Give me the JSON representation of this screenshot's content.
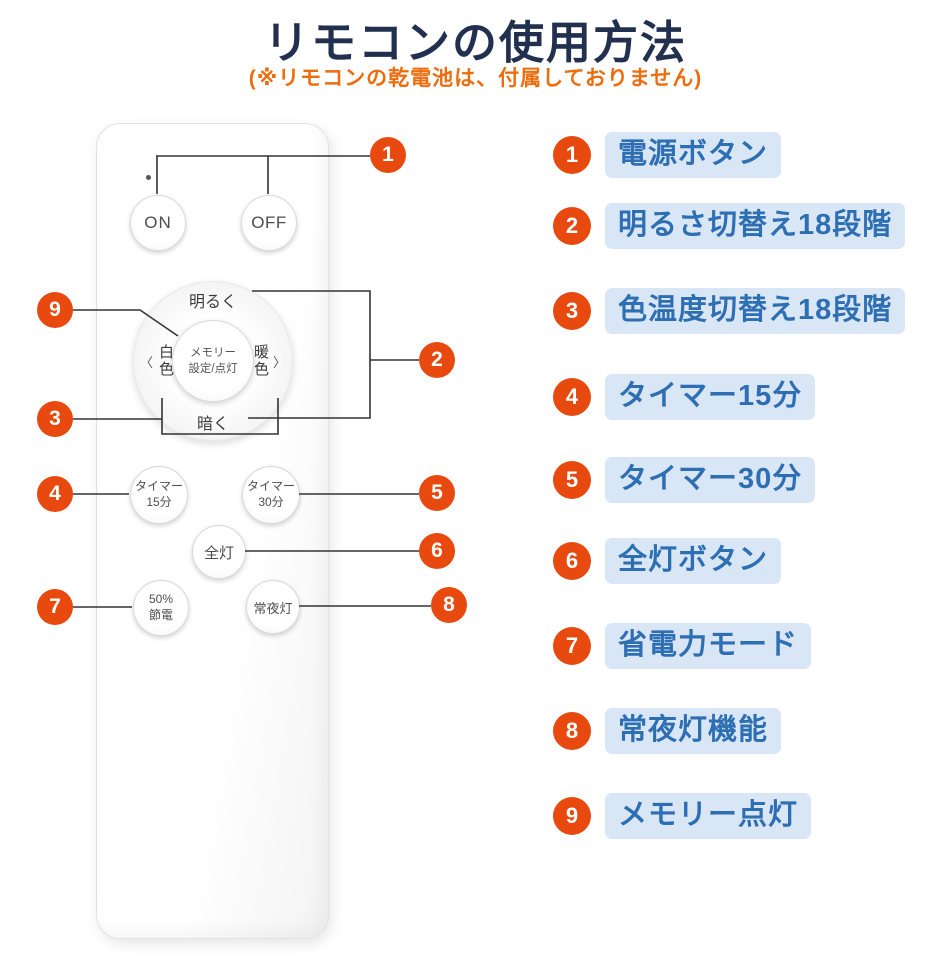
{
  "header": {
    "title": "リモコンの使用方法",
    "subtitle": "(※リモコンの乾電池は、付属しておりません)"
  },
  "remote": {
    "on_label": "ON",
    "off_label": "OFF",
    "dial": {
      "brighter": "明るく",
      "darker": "暗く",
      "white_chevron": "〈",
      "white": "白色",
      "warm": "暖色",
      "warm_chevron": "〉",
      "memory_line1": "メモリー",
      "memory_line2": "設定/点灯"
    },
    "timer15_line1": "タイマー",
    "timer15_line2": "15分",
    "timer30_line1": "タイマー",
    "timer30_line2": "30分",
    "all_on": "全灯",
    "eco_line1": "50%",
    "eco_line2": "節電",
    "night_light": "常夜灯"
  },
  "callouts": [
    "1",
    "2",
    "3",
    "4",
    "5",
    "6",
    "7",
    "8",
    "9"
  ],
  "legend": {
    "items": [
      {
        "num": "1",
        "label": "電源ボタン"
      },
      {
        "num": "2",
        "label": "明るさ切替え18段階"
      },
      {
        "num": "3",
        "label": "色温度切替え18段階"
      },
      {
        "num": "4",
        "label": "タイマー15分"
      },
      {
        "num": "5",
        "label": "タイマー30分"
      },
      {
        "num": "6",
        "label": "全灯ボタン"
      },
      {
        "num": "7",
        "label": "省電力モード"
      },
      {
        "num": "8",
        "label": "常夜灯機能"
      },
      {
        "num": "9",
        "label": "メモリー点灯"
      }
    ]
  },
  "colors": {
    "accent_orange": "#e8490f",
    "subtitle_orange": "#ef6c0e",
    "legend_text": "#2e6fb4",
    "legend_bg": "#d9e6f5",
    "title_color": "#22304f",
    "line_color": "#333333"
  }
}
